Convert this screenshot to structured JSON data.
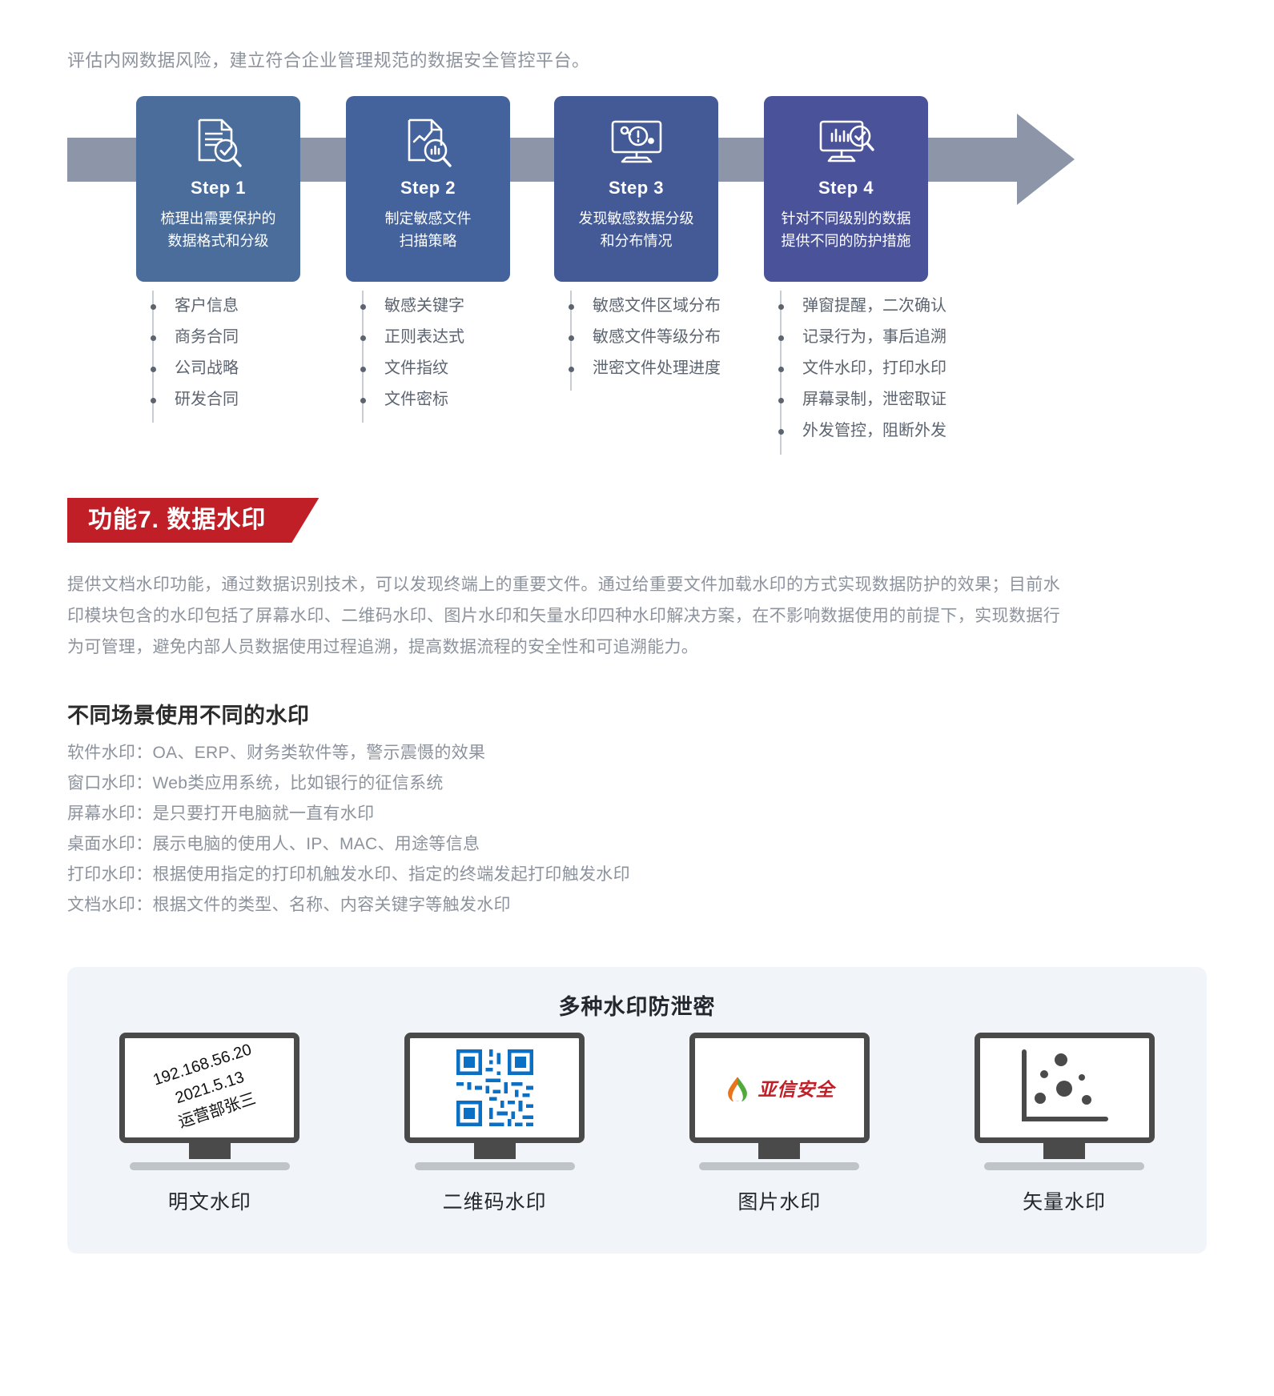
{
  "intro": "评估内网数据风险，建立符合企业管理规范的数据安全管控平台。",
  "steps": [
    {
      "title": "Step 1",
      "icon": "document-search-check-icon",
      "desc_line1": "梳理出需要保护的",
      "desc_line2": "数据格式和分级",
      "color": "#4a6d9b",
      "bullets": [
        "客户信息",
        "商务合同",
        "公司战略",
        "研发合同"
      ]
    },
    {
      "title": "Step 2",
      "icon": "document-chart-search-icon",
      "desc_line1": "制定敏感文件",
      "desc_line2": "扫描策略",
      "color": "#44639c",
      "bullets": [
        "敏感关键字",
        "正则表达式",
        "文件指纹",
        "文件密标"
      ]
    },
    {
      "title": "Step 3",
      "icon": "monitor-alert-icon",
      "desc_line1": "发现敏感数据分级",
      "desc_line2": "和分布情况",
      "color": "#435a96",
      "bullets": [
        "敏感文件区域分布",
        "敏感文件等级分布",
        "泄密文件处理进度"
      ]
    },
    {
      "title": "Step 4",
      "icon": "monitor-bars-check-icon",
      "desc_line1": "针对不同级别的数据",
      "desc_line2": "提供不同的防护措施",
      "color": "#4a529a",
      "bullets": [
        "弹窗提醒，二次确认",
        "记录行为，事后追溯",
        "文件水印，打印水印",
        "屏幕录制，泄密取证",
        "外发管控，阻断外发"
      ]
    }
  ],
  "banner": {
    "label": "功能7. 数据水印",
    "color": "#c01f28"
  },
  "paragraph": "提供文档水印功能，通过数据识别技术，可以发现终端上的重要文件。通过给重要文件加载水印的方式实现数据防护的效果；目前水印模块包含的水印包括了屏幕水印、二维码水印、图片水印和矢量水印四种水印解决方案，在不影响数据使用的前提下，实现数据行为可管理，避免内部人员数据使用过程追溯，提高数据流程的安全性和可追溯能力。",
  "scenarios": {
    "title": "不同场景使用不同的水印",
    "rows": [
      "软件水印：OA、ERP、财务类软件等，警示震慑的效果",
      "窗口水印：Web类应用系统，比如银行的征信系统",
      "屏幕水印：是只要打开电脑就一直有水印",
      "桌面水印：展示电脑的使用人、IP、MAC、用途等信息",
      "打印水印：根据使用指定的打印机触发水印、指定的终端发起打印触发水印",
      "文档水印：根据文件的类型、名称、内容关键字等触发水印"
    ]
  },
  "showcase": {
    "title": "多种水印防泄密",
    "items": [
      {
        "label": "明文水印",
        "screen_type": "plain-text-watermark",
        "watermark_lines": [
          "192.168.56.20",
          "2021.5.13",
          "运营部张三"
        ]
      },
      {
        "label": "二维码水印",
        "screen_type": "qr-code-watermark"
      },
      {
        "label": "图片水印",
        "screen_type": "logo-watermark",
        "logo_text": "亚信安全"
      },
      {
        "label": "矢量水印",
        "screen_type": "vector-watermark"
      }
    ]
  }
}
